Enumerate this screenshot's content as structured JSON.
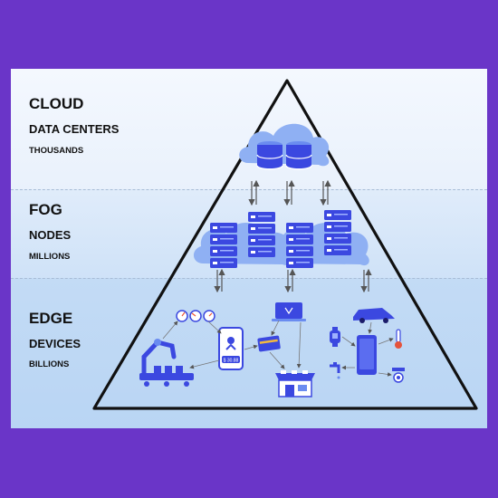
{
  "tiers": {
    "cloud": {
      "title": "CLOUD",
      "subtitle": "DATA CENTERS",
      "count": "THOUSANDS"
    },
    "fog": {
      "title": "FOG",
      "subtitle": "NODES",
      "count": "MILLIONS"
    },
    "edge": {
      "title": "EDGE",
      "subtitle": "DEVICES",
      "count": "BILLIONS"
    }
  },
  "edge_display_text": "$ 30.88",
  "colors": {
    "frame": "#6a35c8",
    "accent": "#3b48e0",
    "accent_light": "#6a8cf0",
    "pyramid_stroke": "#111111"
  },
  "icons": [
    "cloud-database-icon",
    "server-rack-icon",
    "robot-arm-icon",
    "gauges-icon",
    "smartphone-icon",
    "credit-card-icon",
    "laptop-icon",
    "storefront-icon",
    "smartwatch-icon",
    "car-icon",
    "tablet-icon",
    "thermometer-icon",
    "faucet-icon",
    "camera-icon"
  ]
}
